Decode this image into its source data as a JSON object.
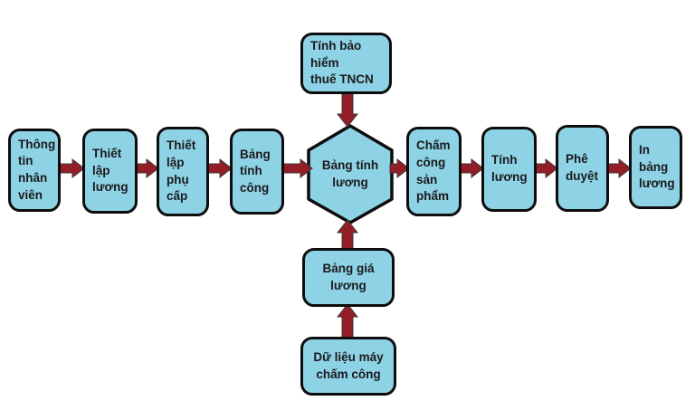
{
  "diagram": {
    "title": "Payroll process flowchart (Vietnamese)",
    "colors": {
      "node_fill": "#8ed2e6",
      "node_border": "#0d0d0d",
      "arrow": "#941e28",
      "arrow_stroke": "#3a3a3a",
      "text": "#1a1a1a",
      "background": "#ffffff"
    },
    "nodes": {
      "employee_info": {
        "text": "Thông\ntin\nnhân\nviên"
      },
      "salary_setup": {
        "text": "Thiết\nlập\nlương"
      },
      "allowance_setup": {
        "text": "Thiết\nlập\nphụ\ncấp"
      },
      "timesheet": {
        "text": "Bảng\ntính\ncông"
      },
      "payroll_sheet": {
        "text": "Bảng tính\nlương"
      },
      "product_timekeeping": {
        "text": "Chấm\ncông\nsản\nphẩm"
      },
      "salary_calculation": {
        "text": "Tính\nlương"
      },
      "approval": {
        "text": "Phê\nduyệt"
      },
      "print_payroll": {
        "text": "In\nbảng\nlương"
      },
      "insurance_tax": {
        "text": "Tính bảo hiểm\nthuế TNCN"
      },
      "salary_rate_table": {
        "text": "Bảng giá\nlương"
      },
      "time_clock_data": {
        "text": "Dữ liệu máy\nchấm công"
      }
    }
  }
}
